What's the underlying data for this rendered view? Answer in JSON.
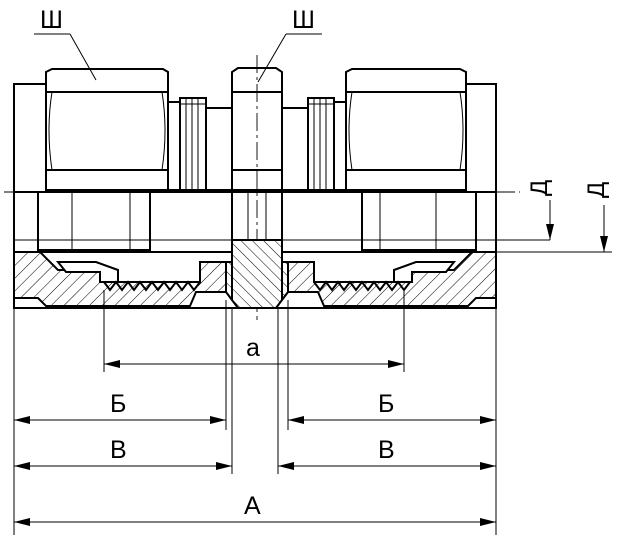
{
  "labels": {
    "sh_left": "Ш",
    "sh_right": "Ш",
    "d_left": "Д",
    "d_right": "Д",
    "a": "a",
    "b_left": "Б",
    "b_right": "Б",
    "v_left": "В",
    "v_right": "В",
    "a_total": "А"
  }
}
